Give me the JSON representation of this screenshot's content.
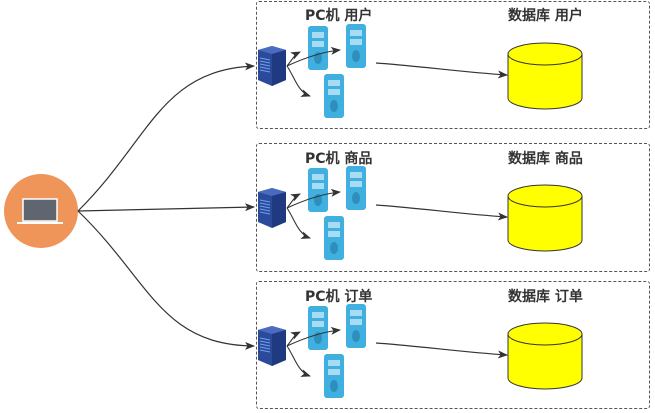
{
  "diagram": {
    "client": {
      "name": "laptop-client",
      "icon": "laptop-icon",
      "color": "#F0955A"
    },
    "groups": [
      {
        "pc_label": "PC机 用户",
        "db_label": "数据库 用户"
      },
      {
        "pc_label": "PC机 商品",
        "db_label": "数据库 商品"
      },
      {
        "pc_label": "PC机 订单",
        "db_label": "数据库 订单"
      }
    ],
    "colors": {
      "server": "#2B4A9A",
      "pc_tower": "#3FB0E0",
      "database_fill": "#FFFF00",
      "database_stroke": "#333333",
      "edge": "#333333",
      "box_border": "#555555"
    }
  }
}
